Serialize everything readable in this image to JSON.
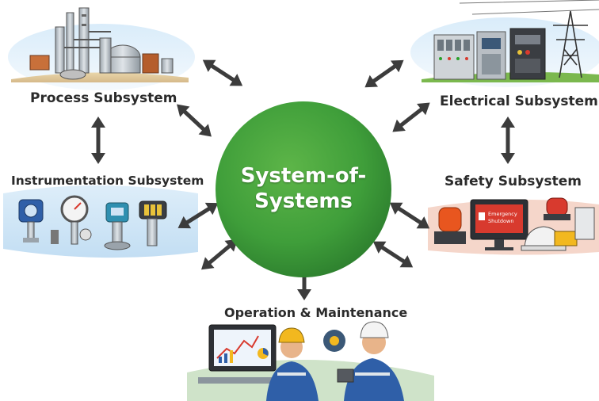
{
  "center": {
    "title": "System-of-Systems"
  },
  "subsystems": {
    "process": {
      "label": "Process Subsystem"
    },
    "electrical": {
      "label": "Electrical Subsystem"
    },
    "instrumentation": {
      "label": "Instrumentation Subsystem"
    },
    "safety": {
      "label": "Safety Subsystem",
      "screen_text": "Emergency Shutdown"
    },
    "operations": {
      "label": "Operation & Maintenance"
    }
  },
  "colors": {
    "hub_green": "#3f9e3a",
    "arrow_gray": "#3c3c3c",
    "text_dark": "#2b2b2b",
    "alarm_red": "#d83a2e",
    "hardhat_yellow": "#f2b81f",
    "worker_blue": "#2f5fa8"
  },
  "icons": [
    "refinery-icon",
    "switchgear-icon",
    "transmission-tower-icon",
    "pressure-gauge-icon",
    "transmitter-icon",
    "alarm-beacon-icon",
    "emergency-shutdown-screen-icon",
    "hard-hat-icon",
    "computer-monitor-icon",
    "engineer-icon",
    "technician-icon",
    "gear-icon"
  ]
}
